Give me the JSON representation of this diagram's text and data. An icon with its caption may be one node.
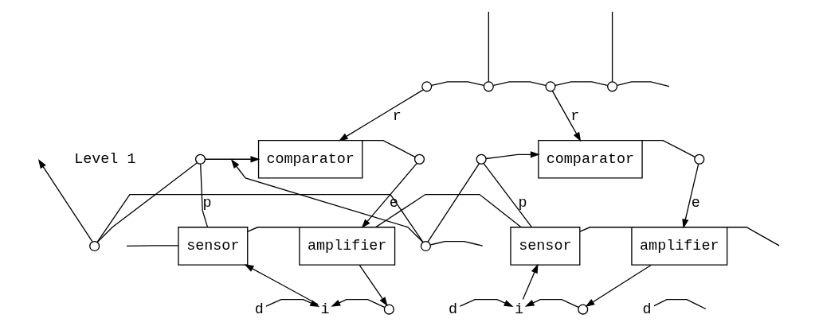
{
  "diagram": {
    "nodes": [
      {
        "text": [],
        "shape": "circle"
      },
      {
        "text": [],
        "shape": "circle"
      },
      {
        "text": [],
        "shape": "circle"
      },
      {
        "text": [
          "comparator"
        ]
      },
      {
        "text": [],
        "shape": "circle"
      },
      {
        "text": [],
        "shape": "circle"
      },
      {
        "text": [
          "sensor"
        ]
      },
      {
        "text": [
          "amplifier"
        ]
      },
      {
        "text": [
          "d"
        ]
      },
      {
        "text": [
          "i"
        ]
      },
      {
        "text": [],
        "shape": "circle"
      },
      {
        "text": [],
        "shape": "circle"
      },
      {
        "text": [],
        "shape": "circle"
      },
      {
        "text": [],
        "shape": "circle"
      },
      {
        "text": [
          "comparator"
        ]
      },
      {
        "text": [],
        "shape": "circle"
      },
      {
        "text": [],
        "shape": "circle"
      },
      {
        "text": [
          "sensor"
        ]
      },
      {
        "text": [
          "amplifier"
        ]
      },
      {
        "text": [
          "d"
        ]
      },
      {
        "text": [
          "i"
        ]
      },
      {
        "text": [],
        "shape": "circle"
      },
      {
        "text": [
          "d"
        ]
      }
    ],
    "edges": [
      {
        "from": 0,
        "to": null,
        "arrow": "to"
      },
      {
        "from": null,
        "to": 2,
        "arrow": "none"
      },
      {
        "from": 0,
        "to": 11,
        "arrow": "none"
      },
      {
        "from": 1,
        "to": 2,
        "arrow": "none"
      },
      {
        "from": 2,
        "to": 12,
        "arrow": "none"
      },
      {
        "from": 1,
        "to": 3,
        "arrow": "to",
        "label": "r"
      },
      {
        "from": 4,
        "to": 0,
        "arrow": "none"
      },
      {
        "from": 6,
        "to": 4,
        "arrow": "none",
        "label": "p"
      },
      {
        "from": 4,
        "to": 3,
        "arrow": "to"
      },
      {
        "from": 3,
        "to": 5,
        "arrow": "none"
      },
      {
        "from": 5,
        "to": 7,
        "arrow": "to",
        "label": "e"
      },
      {
        "from": null,
        "to": 6,
        "arrow": "none"
      },
      {
        "from": 6,
        "to": 7,
        "arrow": "none"
      },
      {
        "from": 7,
        "to": 10,
        "arrow": "to"
      },
      {
        "from": 8,
        "to": 9,
        "arrow": "to"
      },
      {
        "from": 10,
        "to": 9,
        "arrow": "to"
      },
      {
        "from": 9,
        "to": 6,
        "arrow": "to"
      },
      {
        "from": 7,
        "to": 17,
        "arrow": "none"
      },
      {
        "from": 11,
        "to": null,
        "arrow": "to"
      },
      {
        "from": 11,
        "to": null,
        "arrow": "none"
      },
      {
        "from": null,
        "to": 13,
        "arrow": "none"
      },
      {
        "from": 12,
        "to": 13,
        "arrow": "none"
      },
      {
        "from": 13,
        "to": null,
        "arrow": "none"
      },
      {
        "from": 12,
        "to": 14,
        "arrow": "to",
        "label": "r"
      },
      {
        "from": 15,
        "to": 11,
        "arrow": "none"
      },
      {
        "from": 17,
        "to": 15,
        "arrow": "none",
        "label": "p"
      },
      {
        "from": 15,
        "to": 14,
        "arrow": "to"
      },
      {
        "from": 14,
        "to": 16,
        "arrow": "none"
      },
      {
        "from": 16,
        "to": 18,
        "arrow": "to",
        "label": "e"
      },
      {
        "from": 17,
        "to": 18,
        "arrow": "none"
      },
      {
        "from": 18,
        "to": null,
        "arrow": "none"
      },
      {
        "from": 18,
        "to": 21,
        "arrow": "to"
      },
      {
        "from": 19,
        "to": 20,
        "arrow": "to"
      },
      {
        "from": 21,
        "to": 20,
        "arrow": "to"
      },
      {
        "from": 20,
        "to": 17,
        "arrow": "to"
      },
      {
        "from": 22,
        "to": null,
        "arrow": "none"
      }
    ],
    "labels": [
      "Level 1"
    ]
  }
}
